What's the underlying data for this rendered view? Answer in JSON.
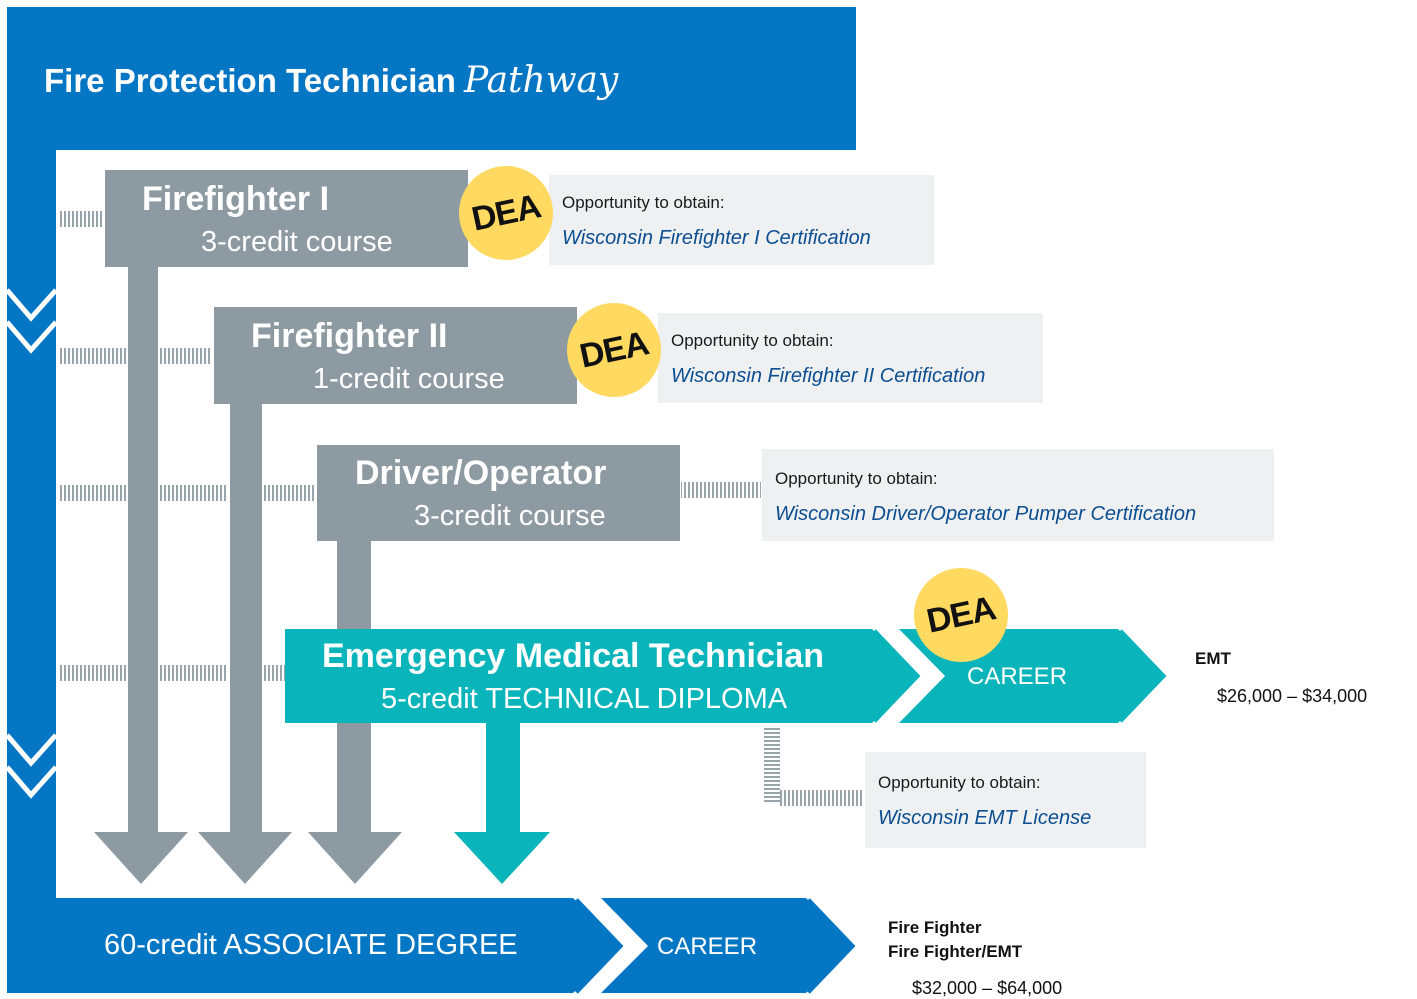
{
  "title": {
    "main": "Fire Protection Technician",
    "italic": "Pathway"
  },
  "badge_text": "DEA",
  "opportunity_label": "Opportunity to obtain:",
  "courses": [
    {
      "name": "Firefighter I",
      "credit": "3-credit course",
      "certification": "Wisconsin Firefighter I Certification"
    },
    {
      "name": "Firefighter II",
      "credit": "1-credit course",
      "certification": "Wisconsin Firefighter II Certification"
    },
    {
      "name": "Driver/Operator",
      "credit": "3-credit course",
      "certification": "Wisconsin Driver/Operator Pumper Certification"
    }
  ],
  "emt": {
    "name": "Emergency Medical Technician",
    "credit": "5-credit TECHNICAL DIPLOMA",
    "career_label": "CAREER",
    "certification": "Wisconsin EMT License",
    "job_title": "EMT",
    "salary": "$26,000 – $34,000"
  },
  "associate": {
    "label": "60-credit ASSOCIATE DEGREE",
    "career_label": "CAREER",
    "job_titles": [
      "Fire Fighter",
      "Fire Fighter/EMT"
    ],
    "salary": "$32,000 – $64,000"
  },
  "colors": {
    "blue": "#0576c4",
    "gray": "#8e9aa2",
    "teal": "#0ab4bb",
    "badge": "#ffd960",
    "box": "#eef0f2",
    "link": "#0b4e91"
  },
  "icons": {
    "flow_chevron": "chevron-down-icon",
    "course_arrow": "arrow-down-icon",
    "career_chevron": "chevron-right-icon",
    "connector": "dotted-connector"
  }
}
